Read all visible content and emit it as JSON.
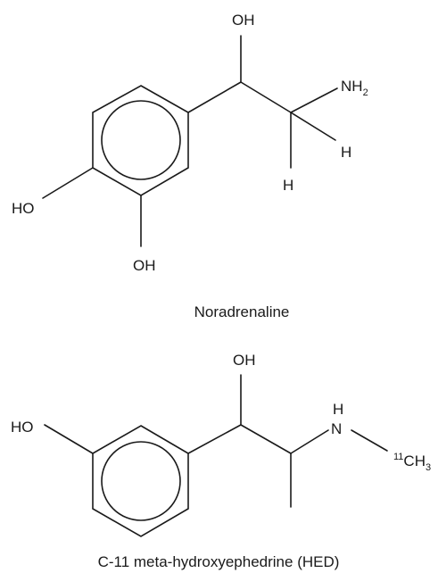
{
  "molecules": [
    {
      "caption": "Noradrenaline",
      "labels": {
        "oh_top": "OH",
        "nh": "NH",
        "nh_sub": "2",
        "h_right": "H",
        "h_bottom": "H",
        "ho_left": "HO",
        "oh_bottom": "OH"
      }
    },
    {
      "caption": "C-11 meta-hydroxyephedrine (HED)",
      "labels": {
        "oh_top": "OH",
        "ho_left": "HO",
        "h_top": "H",
        "n": "N",
        "ch3_sup": "11",
        "ch3_main": "CH",
        "ch3_sub": "3"
      }
    }
  ]
}
